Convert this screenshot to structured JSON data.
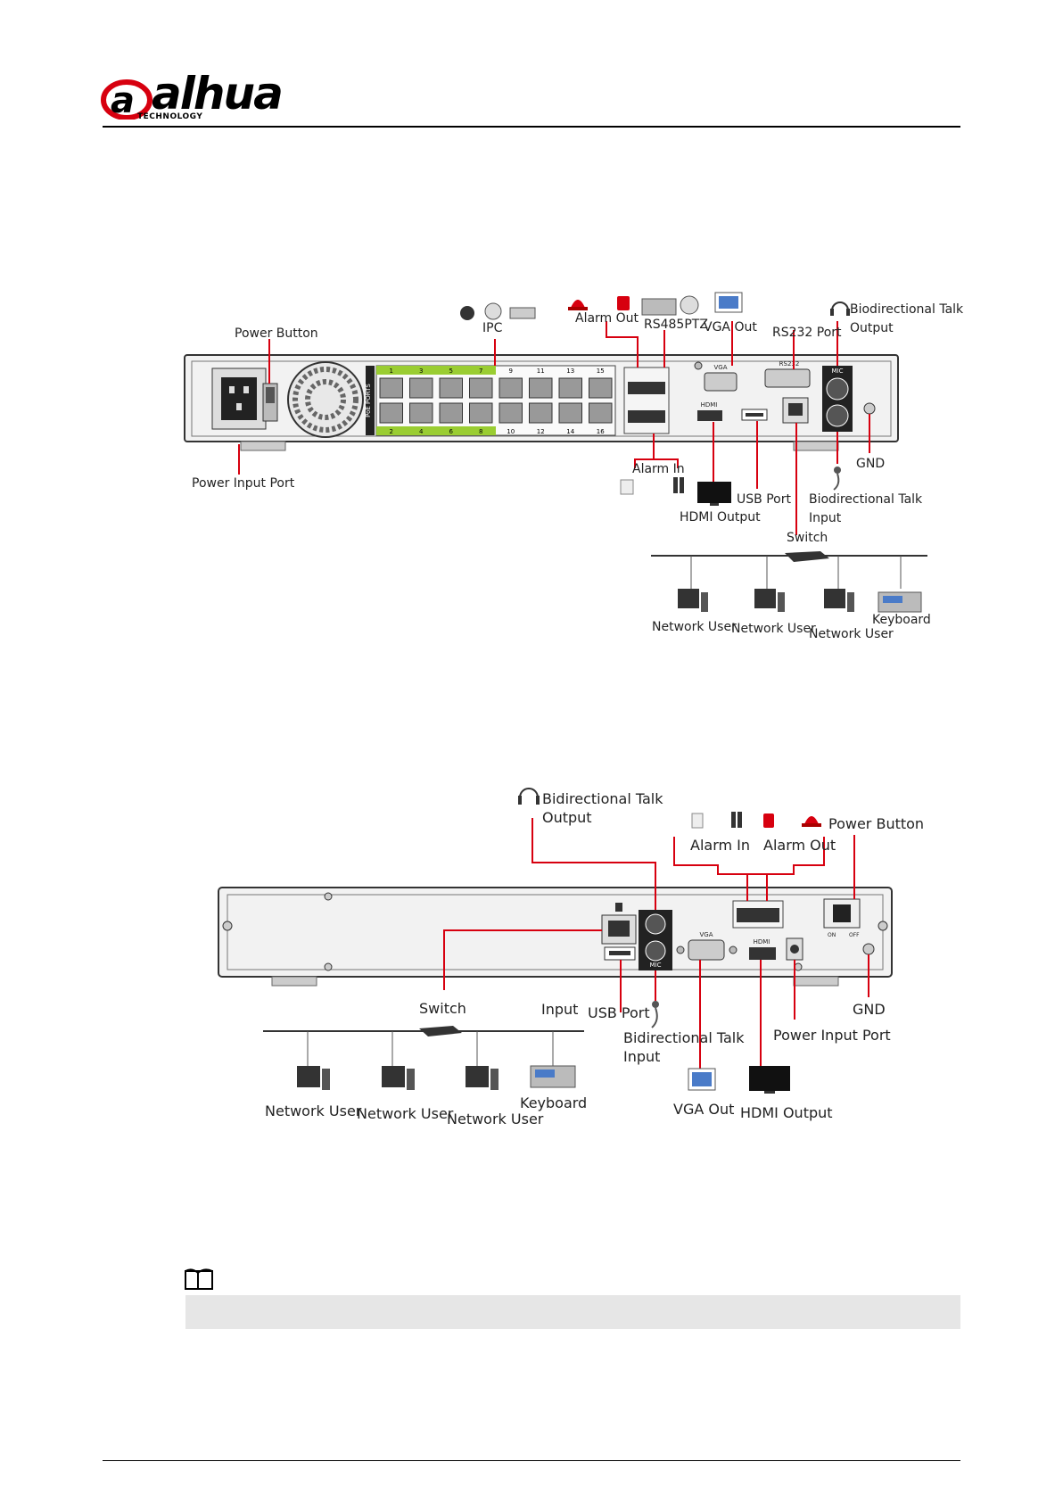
{
  "brand": {
    "name": "alhua",
    "tagline": "TECHNOLOGY"
  },
  "figure1": {
    "labels": {
      "power_button": "Power Button",
      "ipc": "IPC",
      "alarm_out": "Alarm Out",
      "rs485": "RS485PTZ",
      "vga_out": "VGA Out",
      "rs232": "RS232 Port",
      "talk_out_1": "Biodirectional Talk",
      "talk_out_2": "Output",
      "power_input": "Power Input Port",
      "alarm_in": "Alarm In",
      "usb_port": "USB Port",
      "hdmi_output": "HDMI Output",
      "talk_in_1": "Biodirectional Talk",
      "talk_in_2": "Input",
      "gnd": "GND",
      "switch": "Switch",
      "network_user_1": "Network User",
      "network_user_2": "Network User",
      "network_user_3": "Network User",
      "keyboard": "Keyboard"
    },
    "poe_label": "PoE PORTS",
    "poe_top": [
      "1",
      "3",
      "5",
      "7",
      "9",
      "11",
      "13",
      "15"
    ],
    "poe_bottom": [
      "2",
      "4",
      "6",
      "8",
      "10",
      "12",
      "14",
      "16"
    ],
    "panel_vga": "VGA",
    "panel_hdmi": "HDMI",
    "panel_mic": "MIC",
    "panel_rs232": "RS232"
  },
  "figure2": {
    "labels": {
      "talk_out_1": "Bidirectional Talk",
      "talk_out_2": "Output",
      "alarm_in": "Alarm In",
      "alarm_out": "Alarm Out",
      "power_button": "Power Button",
      "switch": "Switch",
      "input": "Input",
      "usb_port": "USB Port",
      "talk_in_1": "Bidirectional Talk",
      "talk_in_2": "Input",
      "power_input": "Power Input Port",
      "gnd": "GND",
      "network_user_1": "Network User",
      "network_user_2": "Network User",
      "network_user_3": "Network User",
      "keyboard": "Keyboard",
      "vga_out": "VGA Out",
      "hdmi_output": "HDMI Output"
    },
    "panel_vga": "VGA",
    "panel_hdmi": "HDMI",
    "panel_mic": "MIC",
    "panel_on": "ON",
    "panel_off": "OFF"
  },
  "colors": {
    "accent": "#d7000f",
    "lime": "#9acd32"
  }
}
